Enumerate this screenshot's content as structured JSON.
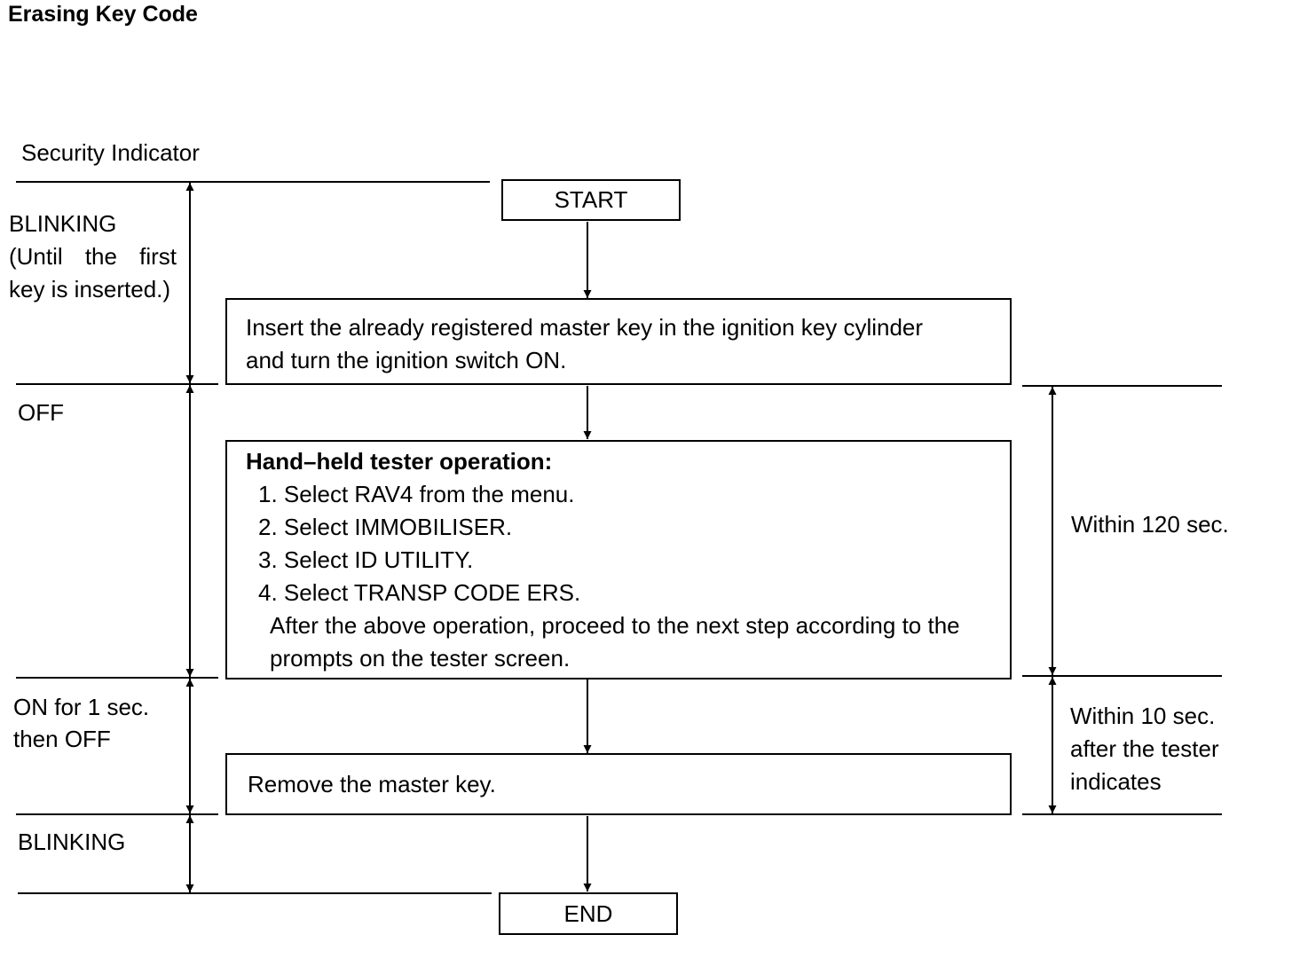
{
  "title": "Erasing Key Code",
  "indicator_header": "Security Indicator",
  "indicator_states": {
    "blinking_1": "BLINKING",
    "blinking_1_note_line1": [
      "(Until",
      "the",
      "first"
    ],
    "blinking_1_note_line2": "key is inserted.)",
    "off": "OFF",
    "on_line1": "ON for 1 sec.",
    "on_line2": "then OFF",
    "blinking_2": "BLINKING"
  },
  "flow": {
    "start": "START",
    "step1_line1": "Insert the already registered master key in the ignition key cylinder",
    "step1_line2": "and turn the ignition switch ON.",
    "step2_heading": "Hand–held tester operation:",
    "step2_items": [
      "1. Select RAV4 from the menu.",
      "2. Select IMMOBILISER.",
      "3. Select ID UTILITY.",
      "4. Select TRANSP CODE ERS."
    ],
    "step2_after_line1": "After the above operation, proceed to the next step according to the",
    "step2_after_line2": "prompts on the tester screen.",
    "step3": "Remove the master key.",
    "end": "END"
  },
  "timing": {
    "within_120": "Within 120 sec.",
    "within_10_line1": "Within 10 sec.",
    "within_10_line2": "after the tester",
    "within_10_line3": "indicates"
  }
}
